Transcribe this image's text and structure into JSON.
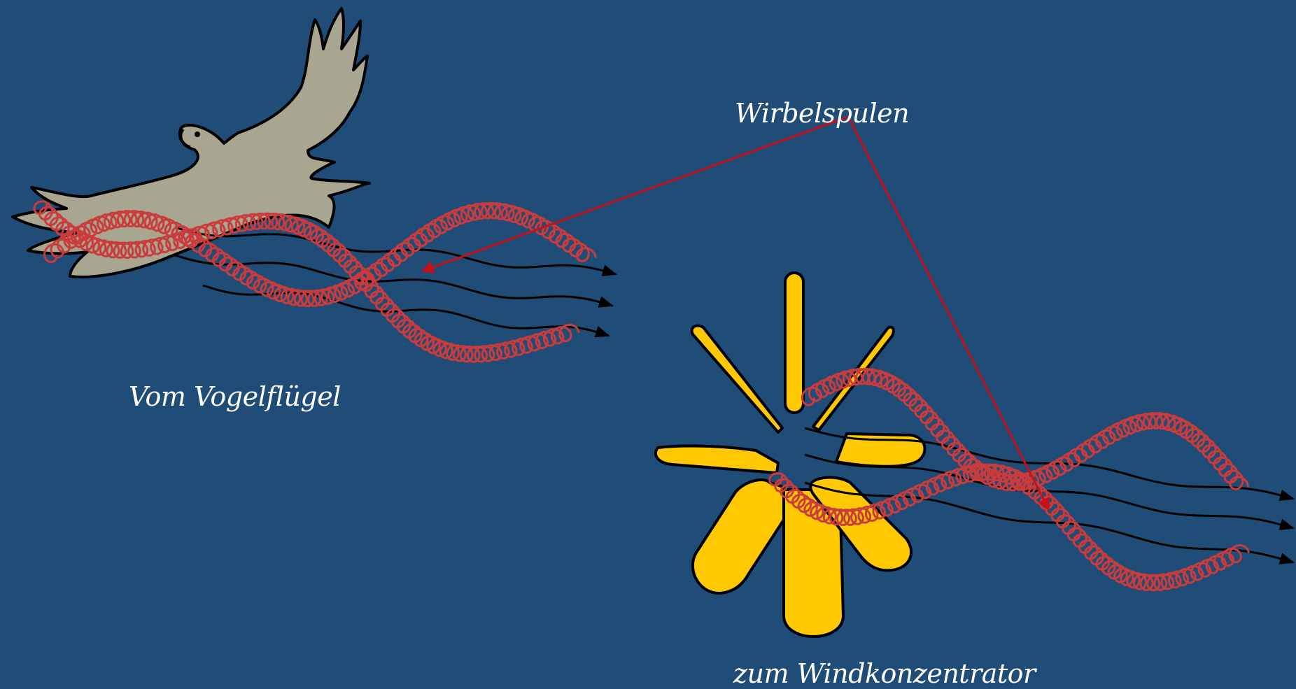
{
  "colors": {
    "background": "#1f4d78",
    "bird": "#a8a691",
    "blades": "#ffc800",
    "coil": "#cc3b3b",
    "pointer": "#c8101c",
    "flow": "#000000",
    "text": "#ffffff"
  },
  "labels": {
    "coils": "Wirbelspulen",
    "bird": "Vom Vogelflügel",
    "wind": "zum Windkonzentrator"
  },
  "icons": {
    "bird": "bird-silhouette-icon",
    "rotor": "wind-rotor-icon"
  }
}
